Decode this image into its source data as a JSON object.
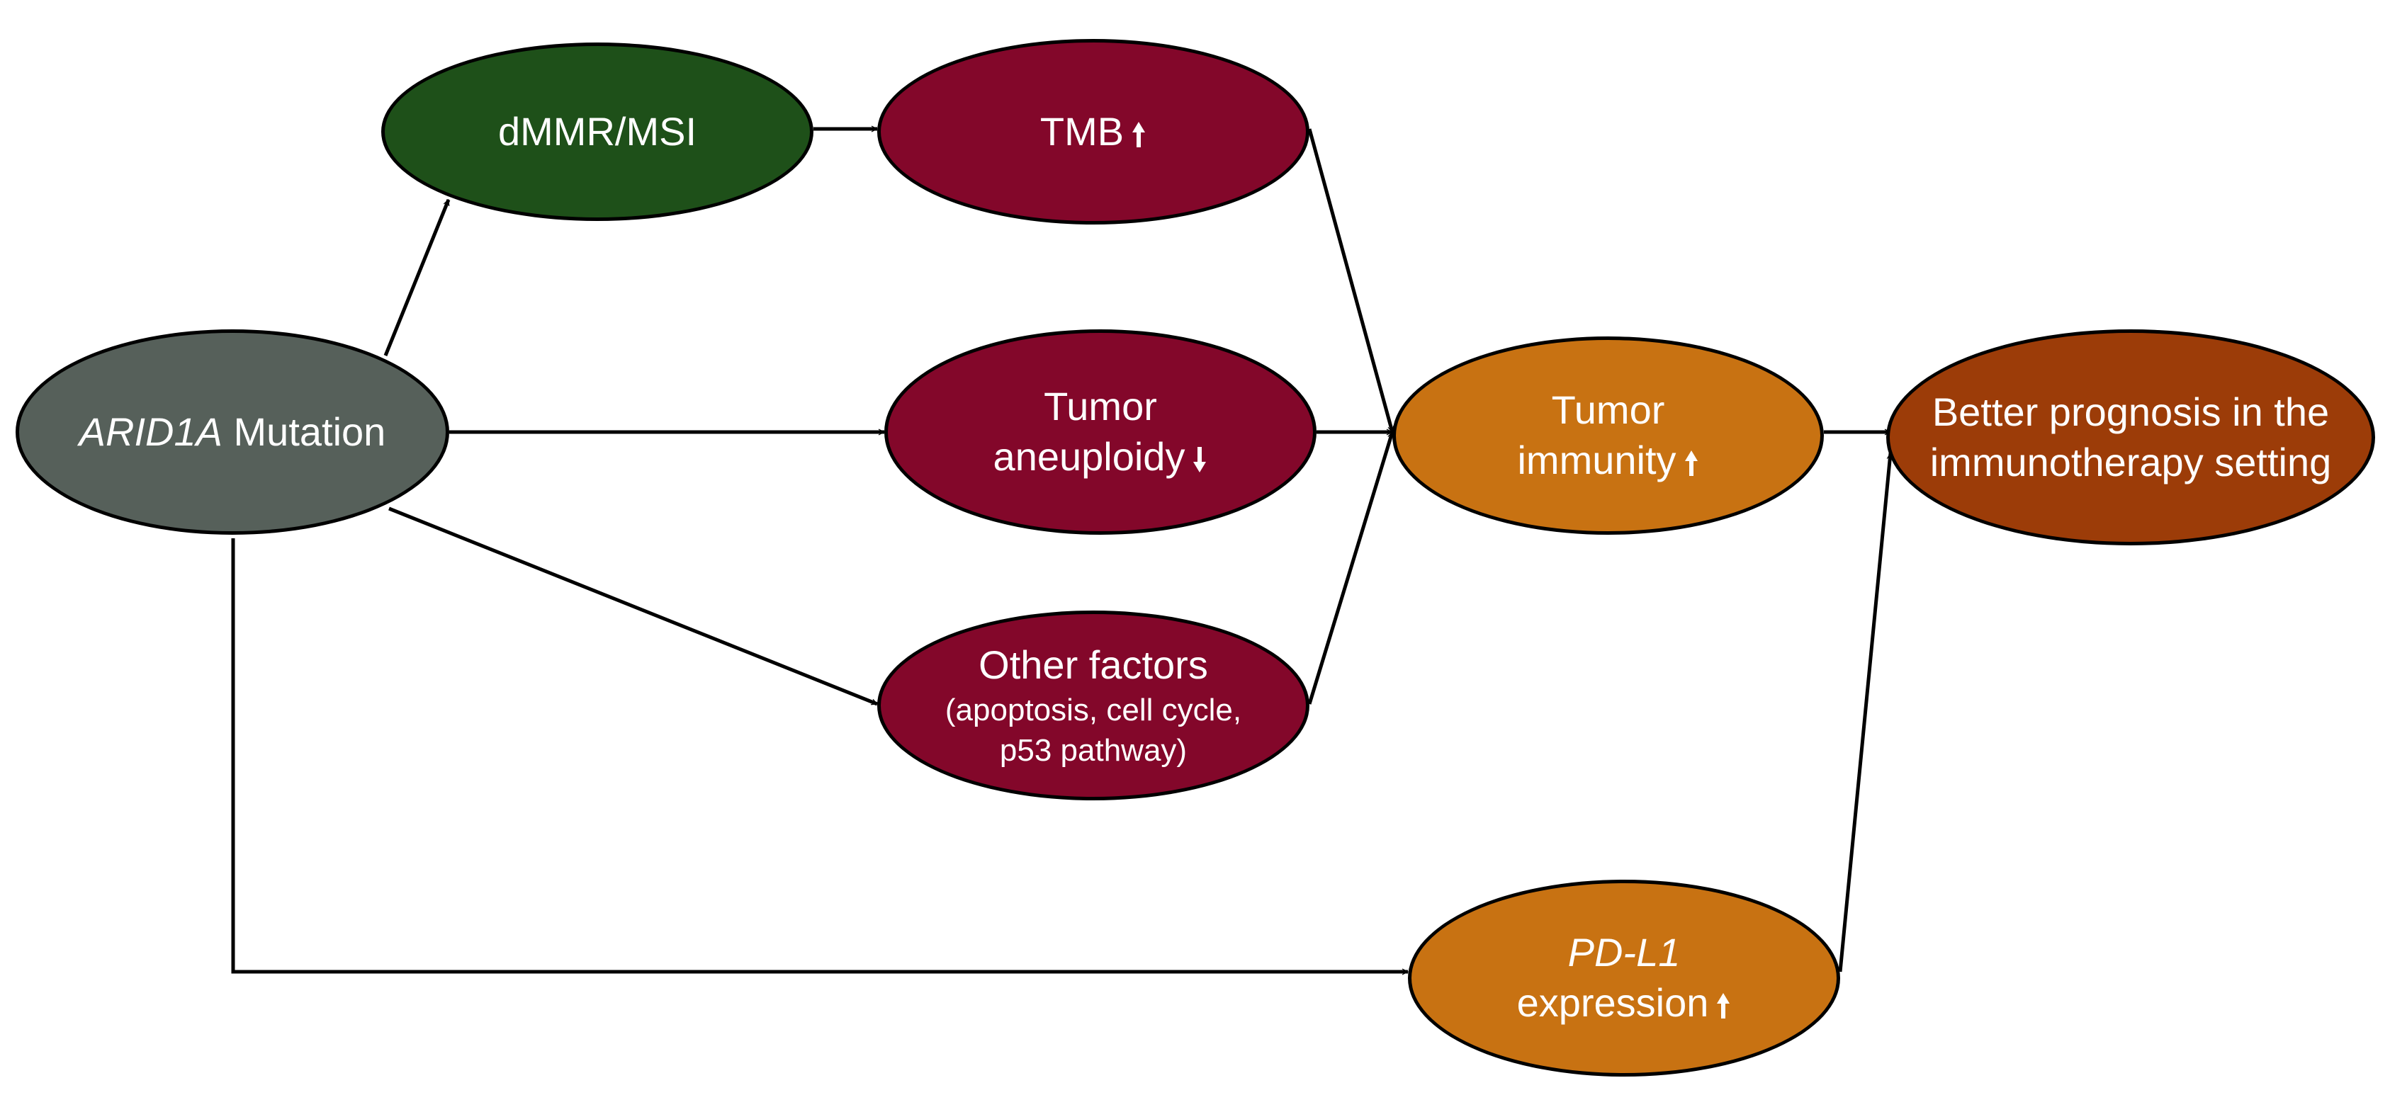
{
  "colors": {
    "green": "#1e5019",
    "maroon": "#83072a",
    "orange": "#c87212",
    "brown": "#9c3c08",
    "gray": "#56605a",
    "stroke": "#000000",
    "text": "#ffffff"
  },
  "nodes": {
    "arid1a": {
      "italic": "ARID1A",
      "text": " Mutation"
    },
    "dmmr": {
      "text": "dMMR/MSI"
    },
    "tmb": {
      "text": "TMB",
      "trend": "up-arrow-icon"
    },
    "aneuploidy": {
      "line1": "Tumor",
      "line2": "aneuploidy",
      "trend": "down-arrow-icon"
    },
    "other": {
      "line1": "Other factors",
      "line2": "(apoptosis, cell cycle,",
      "line3": "p53 pathway)"
    },
    "immunity": {
      "line1": "Tumor",
      "line2": "immunity",
      "trend": "up-arrow-icon"
    },
    "pdl1": {
      "line1": "PD-L1",
      "line2": "expression",
      "trend": "up-arrow-icon"
    },
    "prognosis": {
      "line1": "Better prognosis in the",
      "line2": "immunotherapy setting"
    }
  },
  "edges": [
    {
      "from": "arid1a",
      "to": "dmmr"
    },
    {
      "from": "dmmr",
      "to": "tmb"
    },
    {
      "from": "arid1a",
      "to": "aneuploidy"
    },
    {
      "from": "arid1a",
      "to": "other"
    },
    {
      "from": "arid1a",
      "to": "pdl1"
    },
    {
      "from": "tmb",
      "to": "immunity"
    },
    {
      "from": "aneuploidy",
      "to": "immunity"
    },
    {
      "from": "other",
      "to": "immunity"
    },
    {
      "from": "immunity",
      "to": "prognosis"
    },
    {
      "from": "pdl1",
      "to": "prognosis"
    }
  ]
}
